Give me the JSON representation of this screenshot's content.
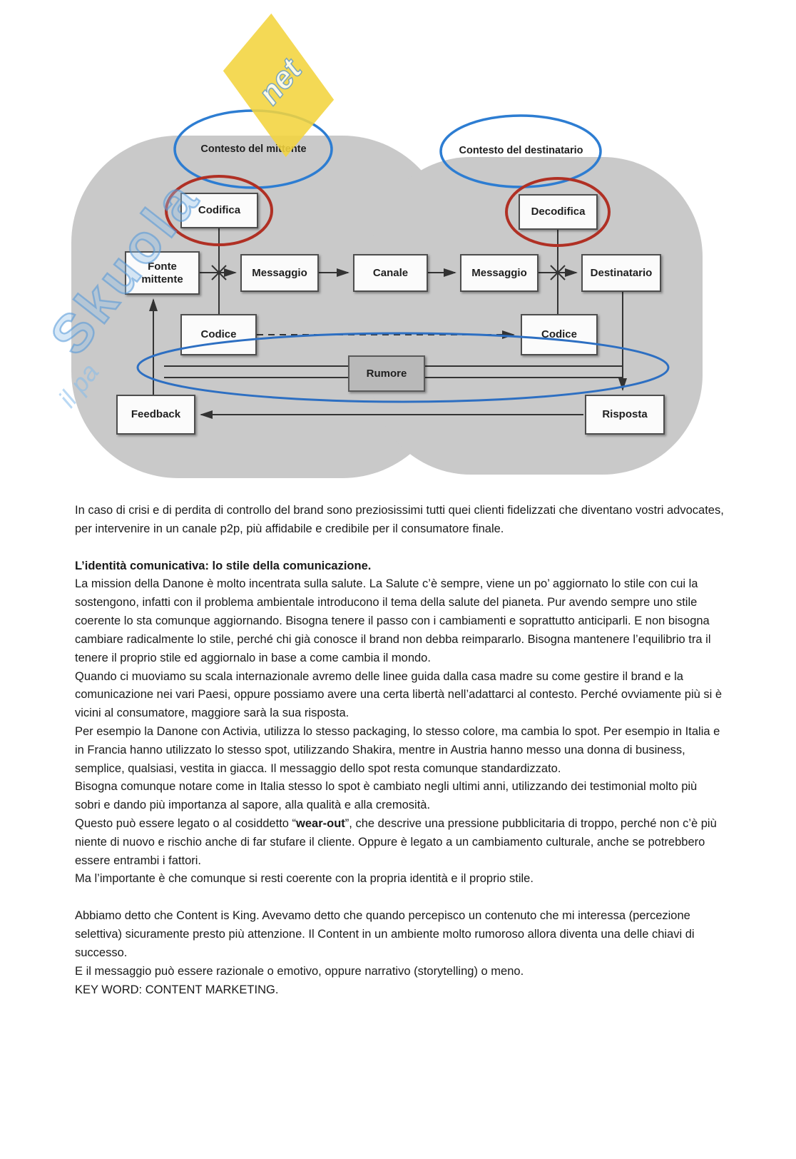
{
  "diagram": {
    "watermark": {
      "brand": "Skuola",
      "domain": "net",
      "tagline": "il pa"
    },
    "contexts": {
      "sender": "Contesto del mittente",
      "receiver": "Contesto del destinatario"
    },
    "boxes": {
      "codifica": "Codifica",
      "decodifica": "Decodifica",
      "fonte": "Fonte mittente",
      "messaggio_left": "Messaggio",
      "canale": "Canale",
      "messaggio_right": "Messaggio",
      "destinatario": "Destinatario",
      "codice_left": "Codice",
      "codice_right": "Codice",
      "rumore": "Rumore",
      "feedback": "Feedback",
      "risposta": "Risposta"
    },
    "colors": {
      "blob_gray": "#c9c9c9",
      "blue_ellipse": "#2d7dd2",
      "red_ellipse": "#b03024",
      "box_border": "#4d4d4d",
      "connector_line": "#333333",
      "watermark_blue": "#5aa0d8",
      "watermark_yellow": "#f2d43e"
    }
  },
  "content": {
    "p1": "In caso di crisi e di perdita di controllo del brand sono preziosissimi tutti quei clienti fidelizzati che diventano vostri advocates, per intervenire in un canale p2p, più affidabile e credibile per il consumatore finale.",
    "heading": "L’identità comunicativa: lo stile della comunicazione.",
    "p3": "La mission della Danone è molto incentrata sulla salute. La Salute c’è sempre, viene un po’ aggiornato lo stile con cui la sostengono, infatti con il problema ambientale introducono il tema della salute del pianeta. Pur avendo sempre uno stile coerente lo sta comunque aggiornando. Bisogna tenere il passo con i cambiamenti e soprattutto anticiparli. E non bisogna cambiare radicalmente lo stile, perché chi già conosce il brand non debba reimpararlo. Bisogna mantenere l’equilibrio tra il tenere il proprio stile ed aggiornalo in base a come cambia il mondo.",
    "p4": "Quando ci muoviamo su scala internazionale avremo delle linee guida dalla casa madre su come gestire il brand e la comunicazione nei vari Paesi, oppure possiamo avere una certa libertà nell’adattarci al contesto. Perché ovviamente più si è vicini al consumatore, maggiore sarà la sua risposta.",
    "p5": "Per esempio la Danone con Activia, utilizza lo stesso packaging, lo stesso colore, ma cambia lo spot. Per esempio in Italia e in Francia hanno utilizzato lo stesso spot, utilizzando Shakira, mentre in Austria hanno messo una donna di business, semplice, qualsiasi, vestita in giacca. Il messaggio dello spot resta comunque standardizzato.",
    "p6": "Bisogna comunque notare come in Italia stesso lo spot è cambiato negli ultimi anni, utilizzando dei testimonial molto più sobri e dando più importanza al sapore, alla qualità e alla cremosità.",
    "p7_pre": "Questo può essere legato o al cosiddetto “",
    "p7_bold": "wear-out",
    "p7_post": "”, che descrive una pressione pubblicitaria di troppo, perché non c’è più niente di nuovo e rischio anche di far stufare il cliente. Oppure è legato a un cambiamento culturale, anche se potrebbero essere entrambi i fattori.",
    "p8": "Ma l’importante è che comunque si resti coerente con la propria identità e il proprio stile.",
    "p9": "Abbiamo detto che Content is King. Avevamo detto che quando percepisco un contenuto che mi interessa (percezione selettiva) sicuramente presto più attenzione. Il Content in un ambiente molto rumoroso allora diventa una delle chiavi di successo.",
    "p10": "E il messaggio può essere razionale o emotivo, oppure narrativo (storytelling) o meno.",
    "p11": "KEY WORD: CONTENT MARKETING."
  }
}
